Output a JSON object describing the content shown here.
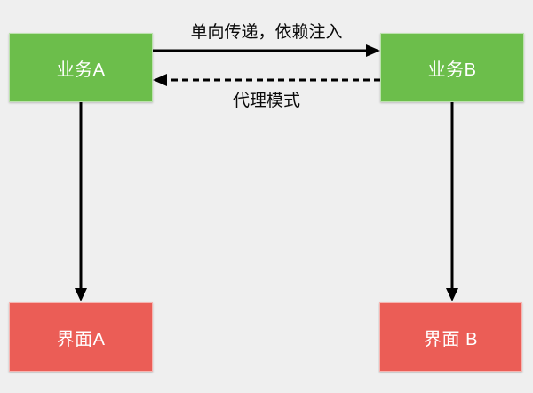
{
  "diagram": {
    "colors": {
      "background": "#efefef",
      "business_box": "#6cbe4b",
      "interface_box": "#eb5d56",
      "arrow": "#000000",
      "label_text": "#0a0a0a"
    },
    "nodes": {
      "business_a": {
        "label": "业务A"
      },
      "business_b": {
        "label": "业务B"
      },
      "interface_a": {
        "label": "界面A"
      },
      "interface_b": {
        "label": "界面 B"
      }
    },
    "edges": {
      "forward": {
        "label": "单向传递，依赖注入",
        "style": "solid",
        "from": "业务A",
        "to": "业务B"
      },
      "back": {
        "label": "代理模式",
        "style": "dashed",
        "from": "业务B",
        "to": "业务A"
      }
    }
  }
}
